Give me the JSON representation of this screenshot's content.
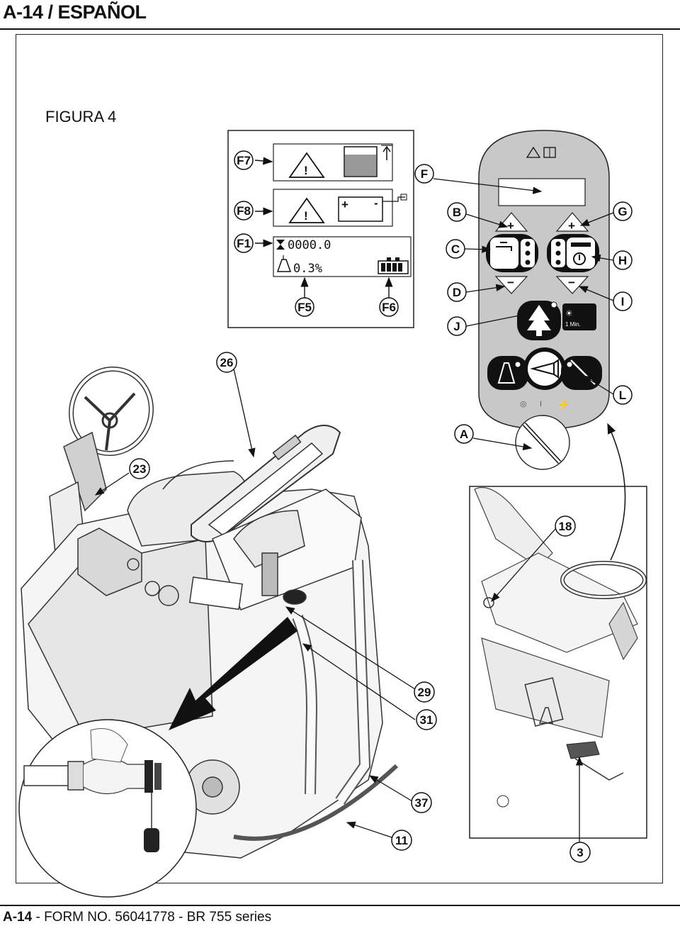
{
  "header": {
    "title": "A-14 / ESPAÑOL"
  },
  "figure": {
    "title": "FIGURA 4"
  },
  "display": {
    "hour_counter": "0000.0",
    "detergent_pct": "0.3%"
  },
  "panel": {
    "timer_label": "1 Min."
  },
  "callouts": {
    "F7": "F7",
    "F8": "F8",
    "F1": "F1",
    "F5": "F5",
    "F6": "F6",
    "F": "F",
    "B": "B",
    "C": "C",
    "D": "D",
    "J": "J",
    "G": "G",
    "H": "H",
    "I": "I",
    "L": "L",
    "A": "A",
    "n26": "26",
    "n23": "23",
    "n18": "18",
    "n29": "29",
    "n31": "31",
    "n37": "37",
    "n11": "11",
    "n3": "3"
  },
  "footer": {
    "page": "A-14",
    "form": " - FORM NO. 56041778 - BR 755 series"
  }
}
